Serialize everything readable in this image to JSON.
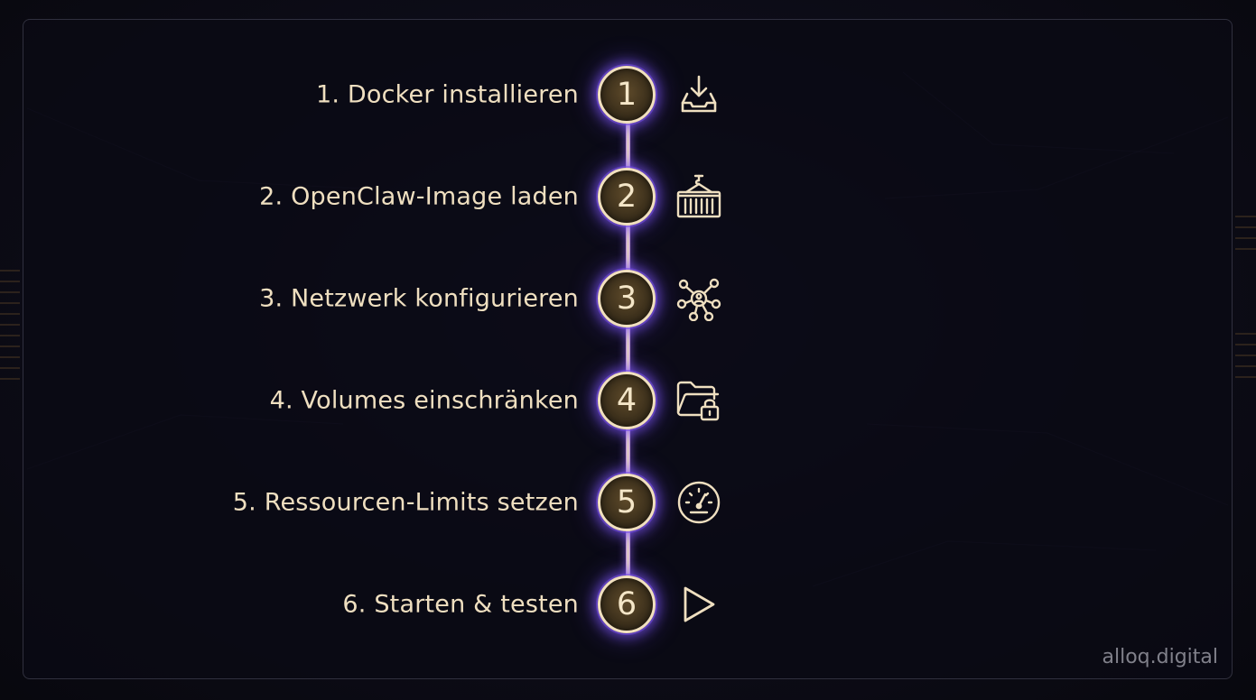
{
  "steps": [
    {
      "label": "1. Docker installieren",
      "number": "1",
      "icon": "download-tray-icon"
    },
    {
      "label": "2. OpenClaw-Image laden",
      "number": "2",
      "icon": "shipping-container-icon"
    },
    {
      "label": "3. Netzwerk konfigurieren",
      "number": "3",
      "icon": "network-nodes-icon"
    },
    {
      "label": "4. Volumes einschränken",
      "number": "4",
      "icon": "folder-lock-icon"
    },
    {
      "label": "5. Ressourcen-Limits setzen",
      "number": "5",
      "icon": "gauge-icon"
    },
    {
      "label": "6. Starten & testen",
      "number": "6",
      "icon": "play-icon"
    }
  ],
  "watermark": "alloq.digital",
  "colors": {
    "text": "#efdfc0",
    "badge_ring": "#f1e0bf",
    "glow": "#8a5cff",
    "background": "#0b0a12"
  }
}
